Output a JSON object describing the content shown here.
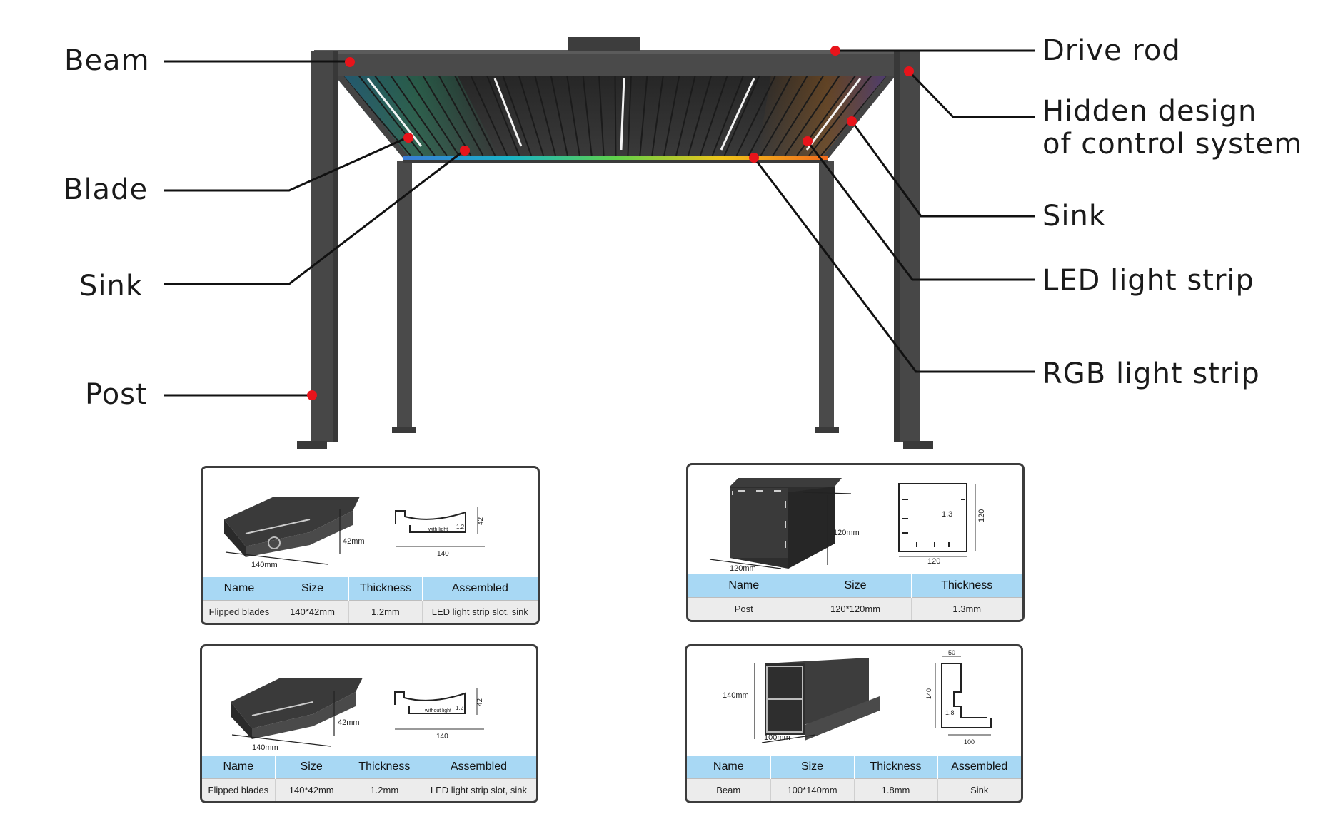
{
  "callouts": {
    "beam": "Beam",
    "blade": "Blade",
    "sink_left": "Sink",
    "post": "Post",
    "drive_rod": "Drive rod",
    "hidden_line1": "Hidden design",
    "hidden_line2": "of control system",
    "sink_right": "Sink",
    "led_strip": "LED light strip",
    "rgb_strip": "RGB light strip"
  },
  "cards": {
    "blade_led": {
      "dims": {
        "width": "140mm",
        "height": "42mm",
        "draw_w": "140",
        "draw_h": "42",
        "t": "1.2",
        "note": "with light"
      },
      "headers": [
        "Name",
        "Size",
        "Thickness",
        "Assembled"
      ],
      "values": [
        "Flipped blades",
        "140*42mm",
        "1.2mm",
        "LED light strip slot, sink"
      ]
    },
    "blade_plain": {
      "dims": {
        "width": "140mm",
        "height": "42mm",
        "draw_w": "140",
        "draw_h": "42",
        "t": "1.2",
        "note": "without light"
      },
      "headers": [
        "Name",
        "Size",
        "Thickness",
        "Assembled"
      ],
      "values": [
        "Flipped blades",
        "140*42mm",
        "1.2mm",
        "LED light strip slot, sink"
      ]
    },
    "post": {
      "dims": {
        "width": "120mm",
        "height": "120mm",
        "draw_w": "120",
        "draw_h": "120",
        "t": "1.3"
      },
      "headers": [
        "Name",
        "Size",
        "Thickness"
      ],
      "values": [
        "Post",
        "120*120mm",
        "1.3mm"
      ]
    },
    "beam": {
      "dims": {
        "width": "100mm",
        "height": "140mm",
        "draw_top": "50",
        "draw_h": "140",
        "draw_w": "100",
        "t": "1.8"
      },
      "headers": [
        "Name",
        "Size",
        "Thickness",
        "Assembled"
      ],
      "values": [
        "Beam",
        "100*140mm",
        "1.8mm",
        "Sink"
      ]
    }
  },
  "colors": {
    "frame": "#3f3f3f",
    "marker": "#e8141b",
    "table_header": "#a8d8f4",
    "table_row": "#ececec"
  }
}
